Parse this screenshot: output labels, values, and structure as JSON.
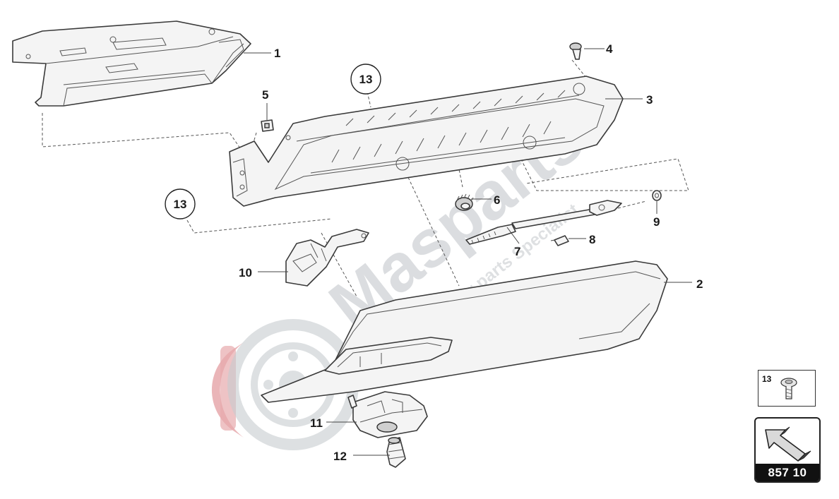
{
  "callouts": {
    "c1": "1",
    "c2": "2",
    "c3": "3",
    "c4": "4",
    "c5": "5",
    "c6": "6",
    "c7": "7",
    "c8": "8",
    "c9": "9",
    "c10": "10",
    "c11": "11",
    "c12": "12",
    "c13a": "13",
    "c13b": "13"
  },
  "watermark": {
    "brand": "Masparts",
    "tagline": "Exclusive car parts Specialist"
  },
  "reference_box": {
    "number": "13"
  },
  "nav_box": {
    "code": "857 10",
    "icon": "arrow-icon"
  },
  "colors": {
    "watermark_red": "#e5a3a6",
    "watermark_grey": "#bfc3c7",
    "line": "#3a3a3a"
  }
}
